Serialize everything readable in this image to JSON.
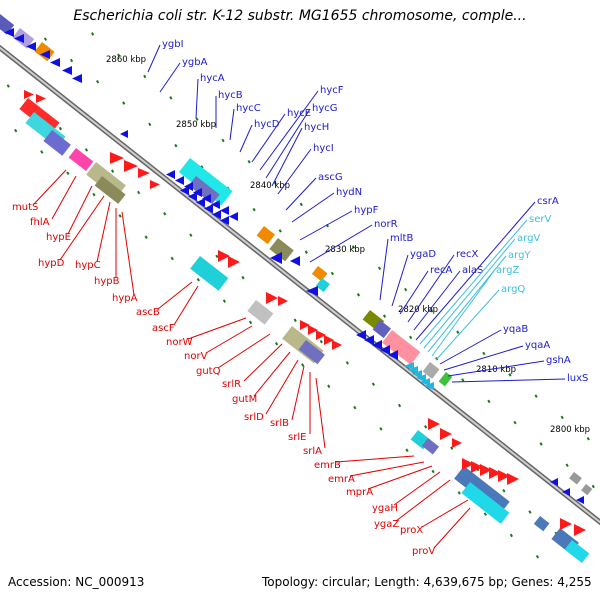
{
  "title": "Escherichia coli str. K-12 substr. MG1655 chromosome, comple...",
  "footer": {
    "accession": "Accession: NC_000913",
    "topology": "Topology: circular; Length: 4,639,675 bp; Genes: 4,255"
  },
  "colors": {
    "forward_label": "#e00000",
    "reverse_label": "#1c1ccf",
    "rna_label": "#3fbfdf",
    "backbone": "#888888",
    "tick": "#1a7a1a"
  },
  "kbp_marks": [
    {
      "text": "2860 kbp"
    },
    {
      "text": "2850 kbp"
    },
    {
      "text": "2840 kbp"
    },
    {
      "text": "2830 kbp"
    },
    {
      "text": "2820 kbp"
    },
    {
      "text": "2810 kbp"
    },
    {
      "text": "2800 kbp"
    }
  ],
  "genes": [
    {
      "name": "ygbI",
      "strand": "reverse"
    },
    {
      "name": "ygbA",
      "strand": "reverse"
    },
    {
      "name": "hycA",
      "strand": "reverse"
    },
    {
      "name": "hycB",
      "strand": "reverse"
    },
    {
      "name": "hycC",
      "strand": "reverse"
    },
    {
      "name": "hycD",
      "strand": "reverse"
    },
    {
      "name": "hycE",
      "strand": "reverse"
    },
    {
      "name": "hycF",
      "strand": "reverse"
    },
    {
      "name": "hycG",
      "strand": "reverse"
    },
    {
      "name": "hycH",
      "strand": "reverse"
    },
    {
      "name": "hycI",
      "strand": "reverse"
    },
    {
      "name": "ascG",
      "strand": "reverse"
    },
    {
      "name": "hydN",
      "strand": "reverse"
    },
    {
      "name": "hypF",
      "strand": "reverse"
    },
    {
      "name": "norR",
      "strand": "reverse"
    },
    {
      "name": "mltB",
      "strand": "reverse"
    },
    {
      "name": "ygaD",
      "strand": "reverse"
    },
    {
      "name": "recA",
      "strand": "reverse"
    },
    {
      "name": "recX",
      "strand": "reverse"
    },
    {
      "name": "alaS",
      "strand": "reverse"
    },
    {
      "name": "csrA",
      "strand": "reverse"
    },
    {
      "name": "serV",
      "strand": "rna"
    },
    {
      "name": "argV",
      "strand": "rna"
    },
    {
      "name": "argY",
      "strand": "rna"
    },
    {
      "name": "argZ",
      "strand": "rna"
    },
    {
      "name": "argQ",
      "strand": "rna"
    },
    {
      "name": "yqaB",
      "strand": "reverse"
    },
    {
      "name": "yqaA",
      "strand": "reverse"
    },
    {
      "name": "gshA",
      "strand": "reverse"
    },
    {
      "name": "luxS",
      "strand": "reverse"
    },
    {
      "name": "mutS",
      "strand": "forward"
    },
    {
      "name": "fhlA",
      "strand": "forward"
    },
    {
      "name": "hypE",
      "strand": "forward"
    },
    {
      "name": "hypD",
      "strand": "forward"
    },
    {
      "name": "hypC",
      "strand": "forward"
    },
    {
      "name": "hypB",
      "strand": "forward"
    },
    {
      "name": "hypA",
      "strand": "forward"
    },
    {
      "name": "ascB",
      "strand": "forward"
    },
    {
      "name": "ascF",
      "strand": "forward"
    },
    {
      "name": "norW",
      "strand": "forward"
    },
    {
      "name": "norV",
      "strand": "forward"
    },
    {
      "name": "gutQ",
      "strand": "forward"
    },
    {
      "name": "srlR",
      "strand": "forward"
    },
    {
      "name": "gutM",
      "strand": "forward"
    },
    {
      "name": "srlD",
      "strand": "forward"
    },
    {
      "name": "srlB",
      "strand": "forward"
    },
    {
      "name": "srlE",
      "strand": "forward"
    },
    {
      "name": "srlA",
      "strand": "forward"
    },
    {
      "name": "emrB",
      "strand": "forward"
    },
    {
      "name": "emrA",
      "strand": "forward"
    },
    {
      "name": "mprA",
      "strand": "forward"
    },
    {
      "name": "ygaH",
      "strand": "forward"
    },
    {
      "name": "ygaZ",
      "strand": "forward"
    },
    {
      "name": "proX",
      "strand": "forward"
    },
    {
      "name": "proV",
      "strand": "forward"
    }
  ]
}
